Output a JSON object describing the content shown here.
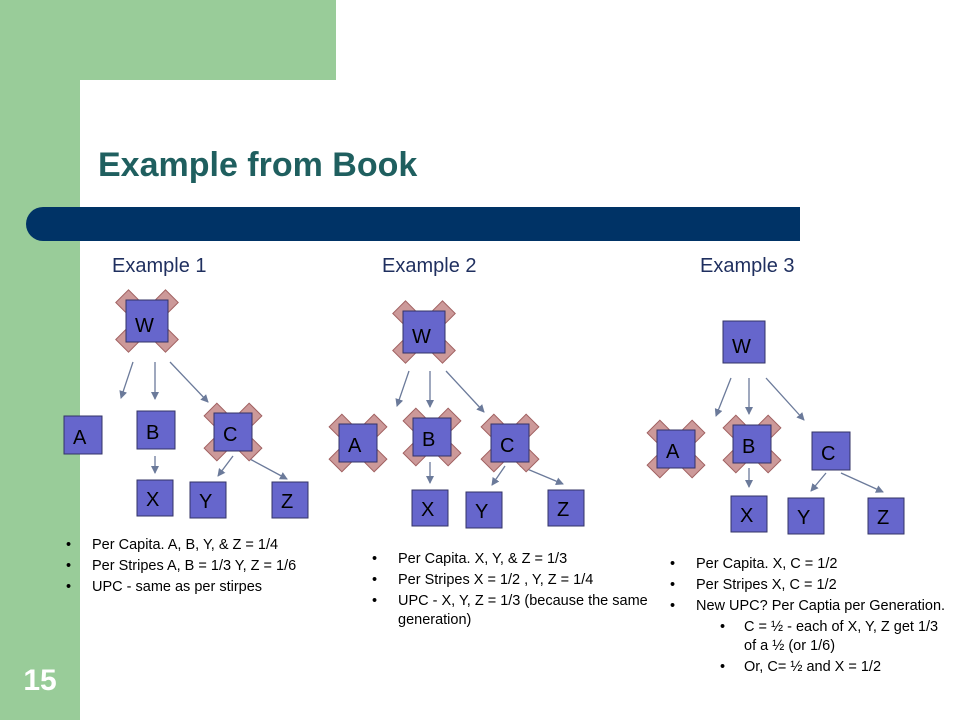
{
  "slide_number": "15",
  "title": "Example from Book",
  "colors": {
    "green": "#99cc99",
    "bar": "#003366",
    "node_fill": "#6666cc",
    "x_mark": "#cc9999"
  },
  "examples": [
    {
      "label": "Example 1",
      "nodes": {
        "W": "W",
        "A": "A",
        "B": "B",
        "C": "C",
        "X": "X",
        "Y": "Y",
        "Z": "Z"
      },
      "notes": [
        "Per Capita. A, B, Y, & Z = 1/4",
        "Per Stripes A, B = 1/3 Y, Z = 1/6",
        "UPC  - same as per stirpes"
      ]
    },
    {
      "label": "Example 2",
      "nodes": {
        "W": "W",
        "A": "A",
        "B": "B",
        "C": "C",
        "X": "X",
        "Y": "Y",
        "Z": "Z"
      },
      "notes": [
        "Per Capita. X, Y, & Z = 1/3",
        "Per Stripes X = 1/2 , Y, Z = 1/4",
        "UPC  - X, Y, Z = 1/3 (because the same generation)"
      ]
    },
    {
      "label": "Example 3",
      "nodes": {
        "W": "W",
        "A": "A",
        "B": "B",
        "C": "C",
        "X": "X",
        "Y": "Y",
        "Z": "Z"
      },
      "notes": [
        "Per Capita. X, C = 1/2",
        "Per Stripes X, C  = 1/2",
        "New UPC?  Per Captia per Generation."
      ],
      "sub_notes": [
        "C = ½ - each of X, Y, Z get 1/3 of a ½ (or 1/6)",
        "Or, C= ½ and X = 1/2"
      ]
    }
  ]
}
